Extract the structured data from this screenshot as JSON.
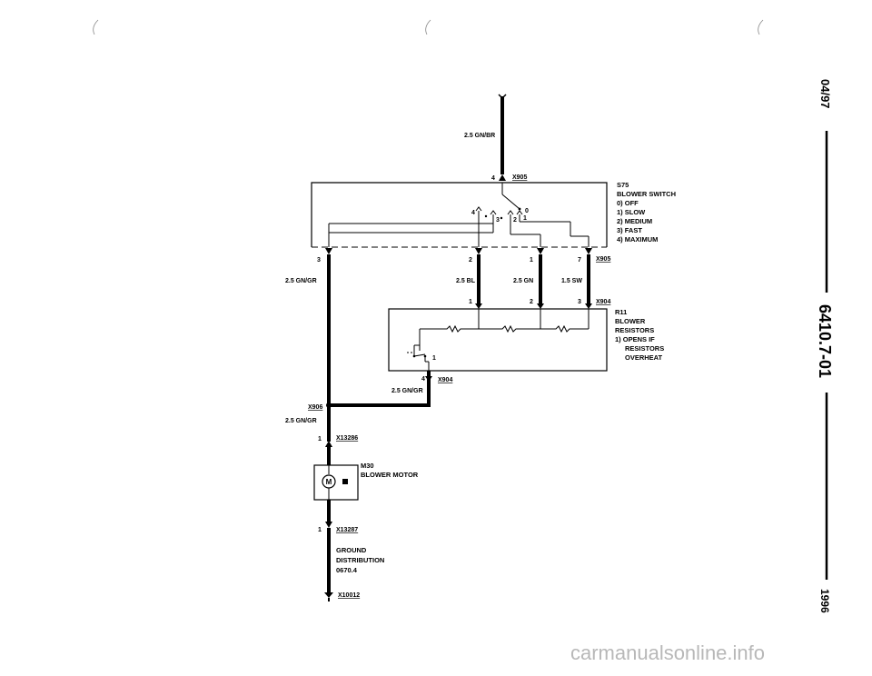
{
  "wires": {
    "top": "2.5 GN/BR",
    "left_switch": "2.5 GN/GR",
    "bl": "2.5 BL",
    "gn": "2.5 GN",
    "sw": "1.5 SW",
    "res_out": "2.5 GN/GR",
    "motor_in": "2.5 GN/GR"
  },
  "connectors": {
    "x905_top": "X905",
    "x905_bottom": "X905",
    "x904_top": "X904",
    "x904_bottom": "X904",
    "x906": "X906",
    "x13286": "X13286",
    "x13287": "X13287",
    "x10012": "X10012"
  },
  "pins": {
    "x905_top_pin": "4",
    "sw_left": "3",
    "sw_mid1": "2",
    "sw_mid2": "1",
    "sw_right": "7",
    "res_p1": "1",
    "res_p2": "2",
    "res_p3": "3",
    "res_p4": "4",
    "motor_p1": "1",
    "motor_p2": "1",
    "contact4": "4",
    "contact0": "0",
    "contact3": "3",
    "contact2": "2",
    "contact1": "1",
    "thermal1": "1"
  },
  "switch_label": [
    "S75",
    "BLOWER SWITCH",
    "0)  OFF",
    "1)  SLOW",
    "2)  MEDIUM",
    "3)  FAST",
    "4)  MAXIMUM"
  ],
  "resistor_label": [
    "R11",
    "BLOWER",
    "RESISTORS",
    "1)  OPENS IF",
    "RESISTORS",
    "OVERHEAT"
  ],
  "motor_label": [
    "M30",
    "BLOWER MOTOR"
  ],
  "motor_symbol": "M",
  "ground_label": [
    "GROUND",
    "DISTRIBUTION",
    "0670.4"
  ],
  "side": {
    "date": "04/97",
    "code": "6410.7-01",
    "year": "1996"
  },
  "watermark": "carmanualsonline.info"
}
